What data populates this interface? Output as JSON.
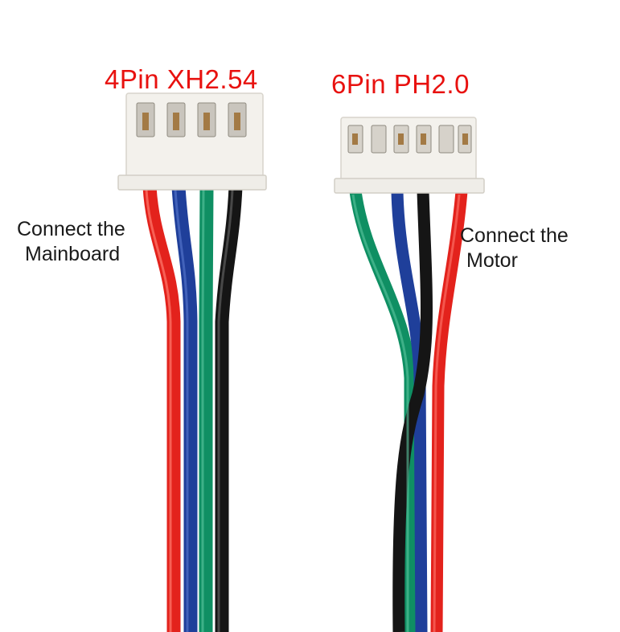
{
  "left_connector": {
    "title": "4Pin XH2.54",
    "caption_line1": "Connect the",
    "caption_line2": "Mainboard",
    "wire_colors": [
      "#e3221c",
      "#1f3f9a",
      "#0f8f63",
      "#151515"
    ]
  },
  "right_connector": {
    "title": "6Pin PH2.0",
    "caption_line1": "Connect the",
    "caption_line2": "Motor",
    "wire_colors": [
      "#0f8f63",
      "#1f3f9a",
      "#151515",
      "#e3221c"
    ]
  },
  "colors": {
    "title_red": "#e8110f",
    "connector_white": "#f3f1ec",
    "background": "#ffffff"
  }
}
